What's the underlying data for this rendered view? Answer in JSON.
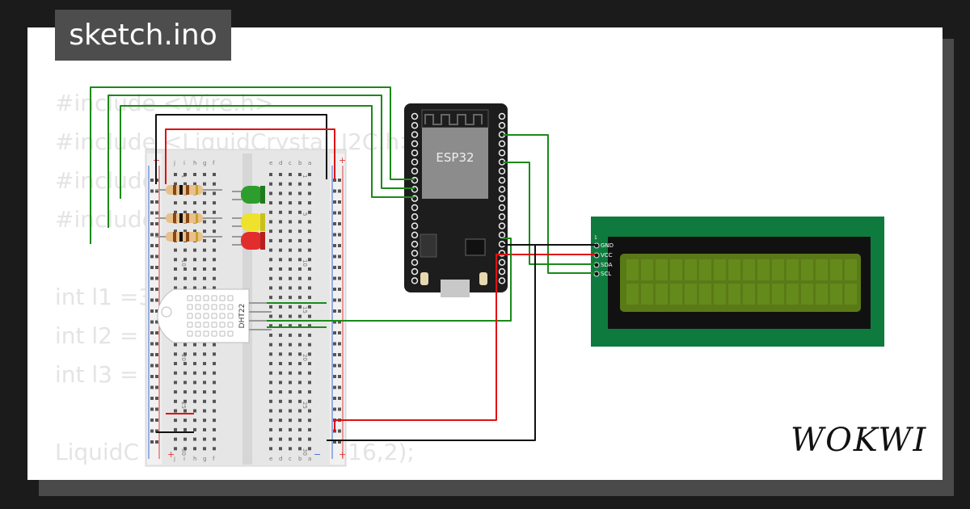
{
  "title": "sketch.ino",
  "code_lines": [
    "#include <Wire.h>",
    "#include <LiquidCrystal_I2C.h>",
    "#include",
    "#include",
    "",
    "int l1 =3",
    "int l2 =",
    "int l3 =",
    "",
    "LiquidC                        27,16,2);"
  ],
  "esp32": {
    "label": "ESP32"
  },
  "sensor": {
    "label": "DHT22"
  },
  "lcd": {
    "pins": [
      "GND",
      "VCC",
      "SDA",
      "SCL"
    ],
    "pin1": "1"
  },
  "breadboard": {
    "columns": [
      "j",
      "i",
      "h",
      "g",
      "f",
      "e",
      "d",
      "c",
      "b",
      "a"
    ],
    "rows": [
      "1",
      "5",
      "10",
      "15",
      "20",
      "25",
      "30"
    ]
  },
  "brand": "WOKWI",
  "colors": {
    "background": "#1b1b1b",
    "card": "#ffffff",
    "lcd_pcb": "#0f7a3e",
    "lcd_screen": "#5a7a17",
    "wire_green": "#1a8a1a",
    "wire_red": "#e01010"
  }
}
